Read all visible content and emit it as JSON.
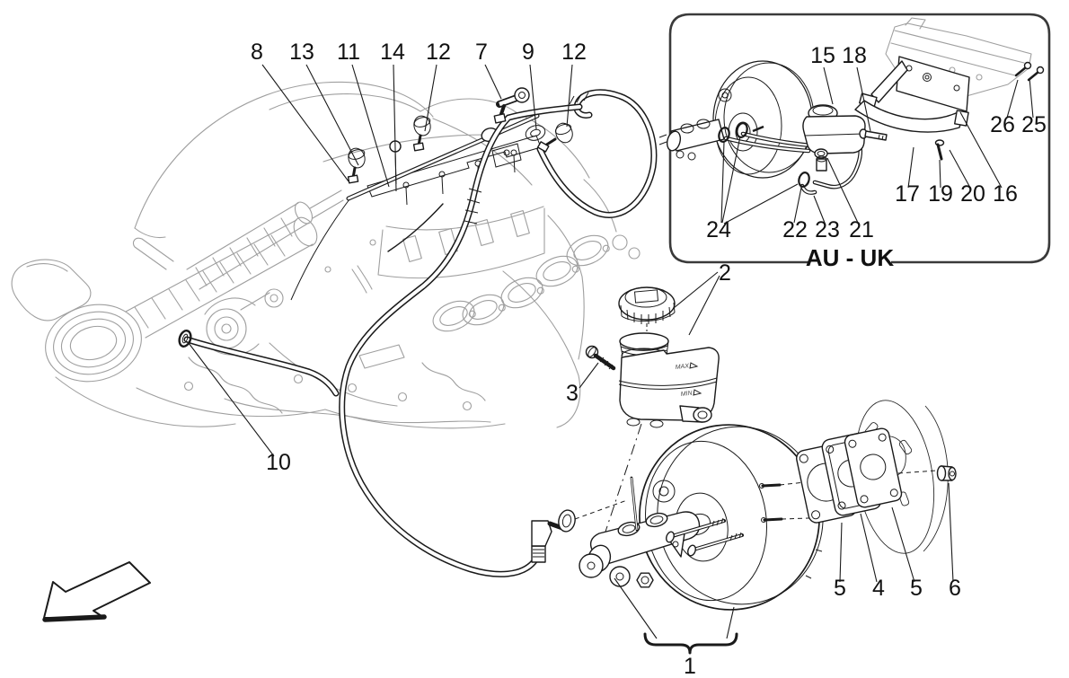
{
  "diagram": {
    "type": "exploded-parts-diagram",
    "subject": "brake servo system with vacuum pipes, fluid reservoir and booster on engine",
    "inset_title": "AU - UK",
    "colors": {
      "ink": "#1a1a1a",
      "engine_line": "#9f9f9f",
      "background": "#ffffff"
    },
    "reservoir_markings": {
      "max": "MAX",
      "min": "MIN"
    }
  },
  "labels": {
    "c8": "8",
    "c13": "13",
    "c11": "11",
    "c14": "14",
    "c12a": "12",
    "c7": "7",
    "c9": "9",
    "c12b": "12",
    "c2": "2",
    "c3": "3",
    "c10": "10",
    "c1": "1",
    "c5a": "5",
    "c4": "4",
    "c5b": "5",
    "c6": "6",
    "c15": "15",
    "c18": "18",
    "c26": "26",
    "c25": "25",
    "c17": "17",
    "c19": "19",
    "c20": "20",
    "c16": "16",
    "c24": "24",
    "c22": "22",
    "c23": "23",
    "c21": "21"
  }
}
